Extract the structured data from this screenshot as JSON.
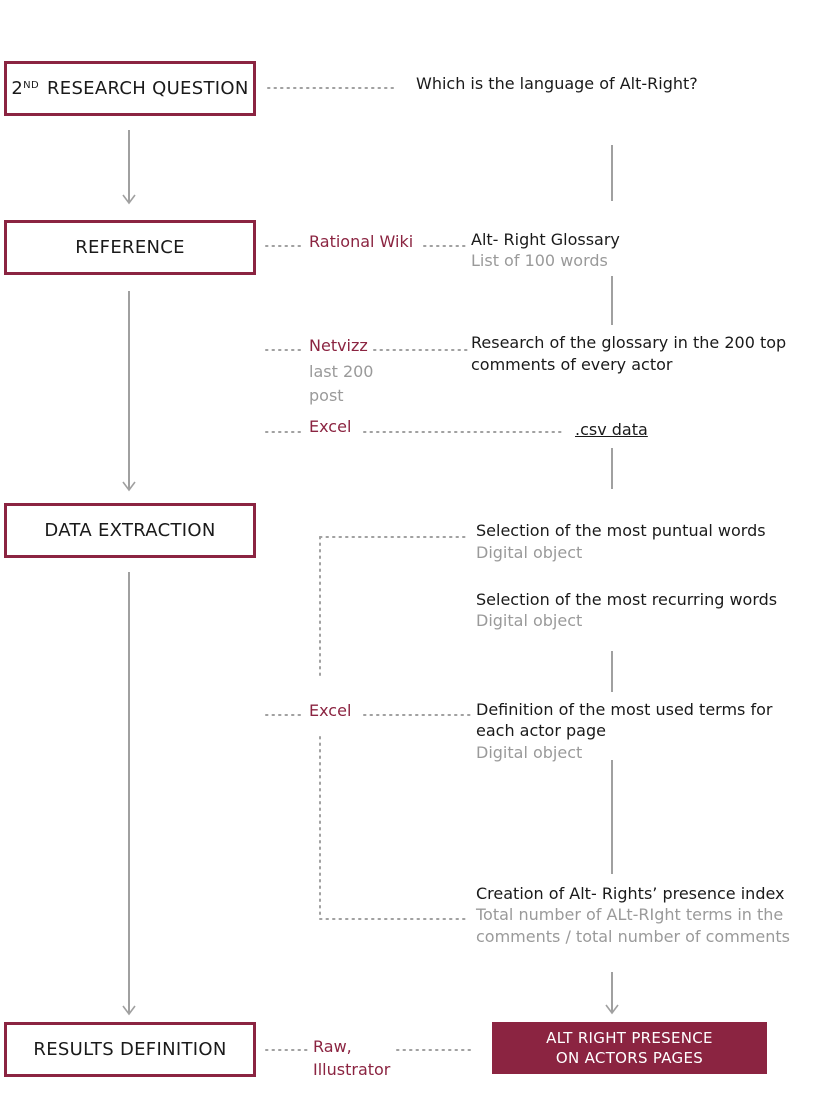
{
  "steps": {
    "q2": {
      "prefix": "2",
      "sup": "ND",
      "rest": " RESEARCH QUESTION"
    },
    "reference": "REFERENCE",
    "extraction": "DATA EXTRACTION",
    "results": "RESULTS DEFINITION"
  },
  "question": "Which is the language of Alt-Right?",
  "tools": {
    "rational_wiki": "Rational Wiki",
    "netvizz": "Netvizz",
    "netvizz_note_1": "last 200",
    "netvizz_note_2": "post",
    "excel_1": "Excel",
    "excel_2": "Excel",
    "raw_1": "Raw,",
    "raw_2": "Illustrator"
  },
  "nodes": {
    "glossary_title": "Alt- Right Glossary",
    "glossary_sub": "List of 100  words",
    "research_1": "Research of the glossary in the 200 top",
    "research_2": "comments of every actor",
    "csv": ".csv data",
    "punctual_title": "Selection of the most puntual words",
    "punctual_sub": "Digital object",
    "recurring_title": "Selection of the most recurring words",
    "recurring_sub": "Digital object",
    "definition_1": "Definition of the most used terms for",
    "definition_2": "each actor page",
    "definition_sub": "Digital object",
    "creation_title": "Creation of Alt- Rights’ presence index",
    "creation_sub_1": "Total number of ALt-RIght terms in the",
    "creation_sub_2": "comments / total number of comments"
  },
  "result": {
    "line1": "ALT RIGHT PRESENCE",
    "line2": "ON ACTORS PAGES"
  },
  "colors": {
    "accent": "#8b2441",
    "connector": "#a0a0a0",
    "muted_text": "#9a9a9a"
  }
}
